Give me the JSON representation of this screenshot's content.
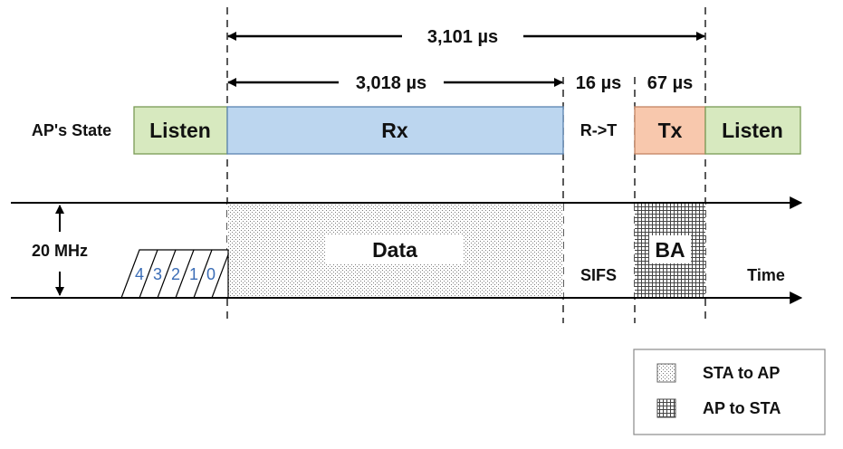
{
  "colors": {
    "listen": "#d7e9bf",
    "listen_border": "#7a9a55",
    "rx": "#bcd6ef",
    "rx_border": "#5a82b0",
    "tx": "#f8c8ad",
    "tx_border": "#c48463",
    "digit": "#3b6db6",
    "line": "#000000"
  },
  "state_row": {
    "title": "AP's State",
    "listen_left": "Listen",
    "rx": "Rx",
    "r_to_t": "R->T",
    "tx": "Tx",
    "listen_right": "Listen"
  },
  "durations": {
    "total": "3,101 µs",
    "rx": "3,018 µs",
    "sifs": "16 µs",
    "ba": "67 µs"
  },
  "channel": {
    "bandwidth": "20 MHz",
    "backoff_digits": [
      "4",
      "3",
      "2",
      "1",
      "0"
    ],
    "data_label": "Data",
    "sifs_label": "SIFS",
    "ba_label": "BA",
    "time_label": "Time"
  },
  "legend": {
    "sta_to_ap": "STA to AP",
    "ap_to_sta": "AP to STA"
  }
}
